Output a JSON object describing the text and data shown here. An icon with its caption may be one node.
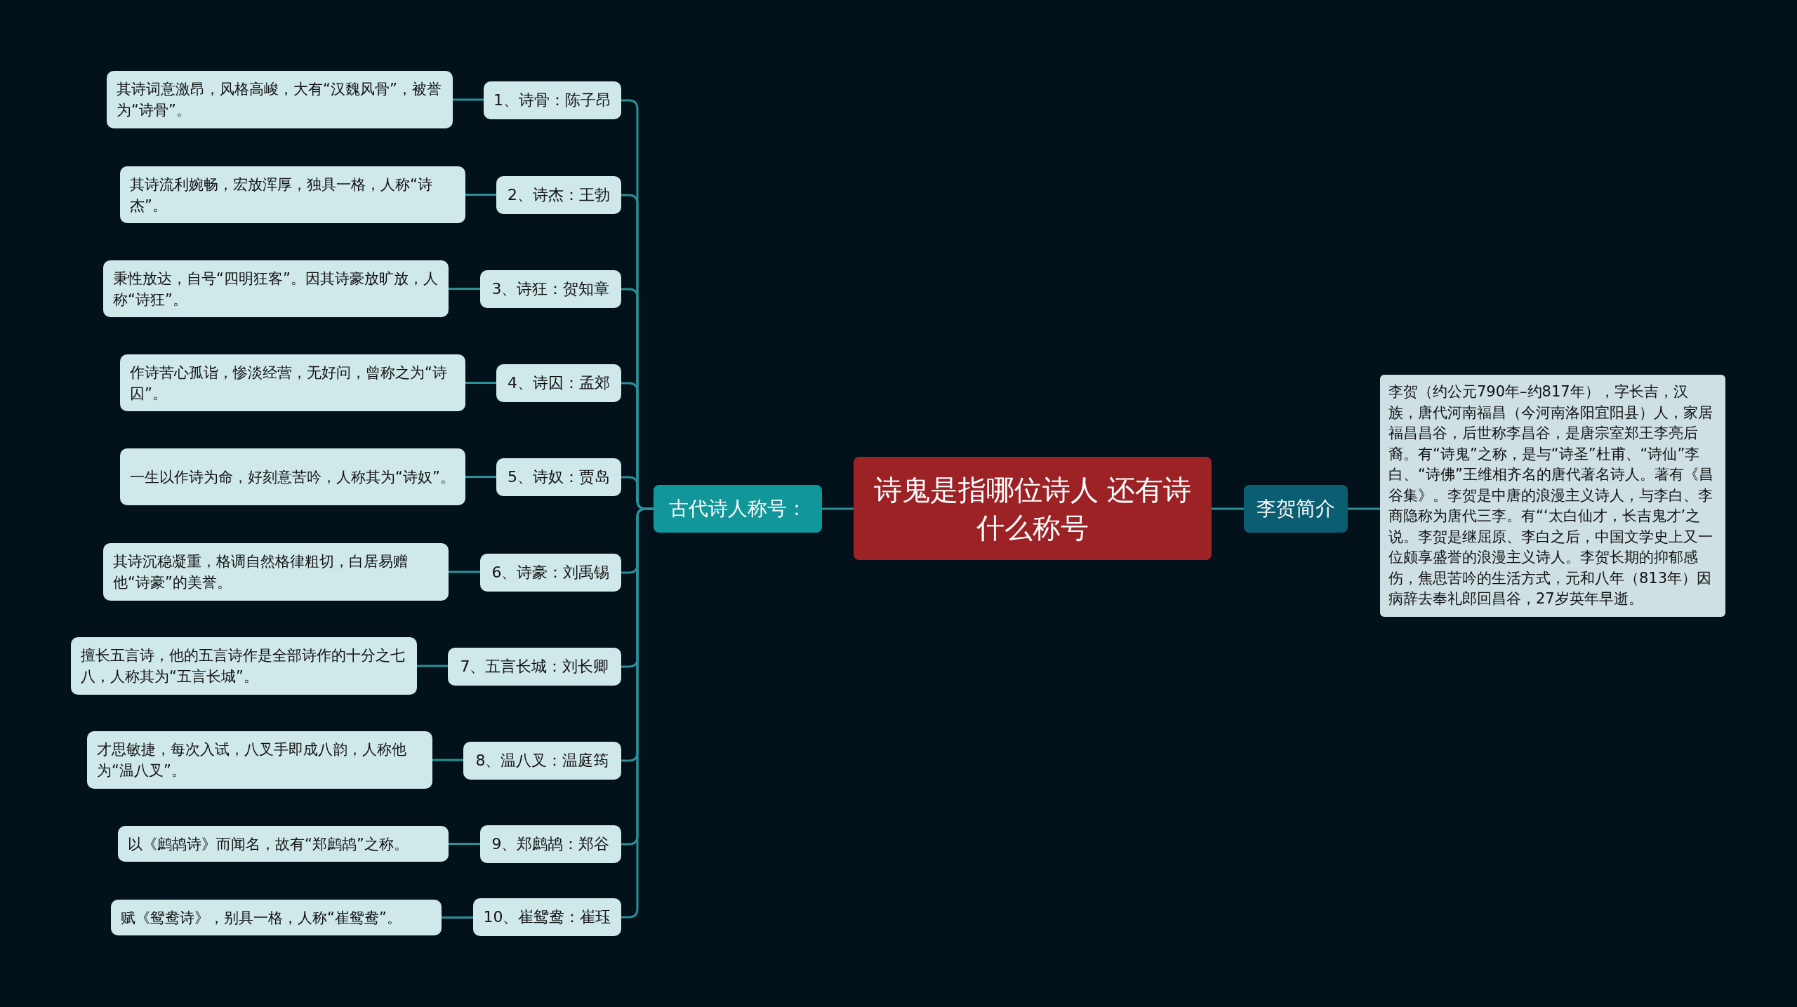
{
  "diagram": {
    "nodes": [
      {
        "text": [
          "诗鬼是指哪位诗人 还有诗什么称号"
        ]
      },
      {
        "text": [
          "古代诗人称号："
        ]
      },
      {
        "text": [
          "1、诗骨：陈子昂"
        ]
      },
      {
        "text": [
          "其诗词意激昂，风格高峻，大有“汉魏风骨”，被誉为“诗骨”。"
        ]
      },
      {
        "text": [
          "2、诗杰：王勃"
        ]
      },
      {
        "text": [
          "其诗流利婉畅，宏放浑厚，独具一格，人称“诗杰”。"
        ]
      },
      {
        "text": [
          "3、诗狂：贺知章"
        ]
      },
      {
        "text": [
          "秉性放达，自号“四明狂客”。因其诗豪放旷放，人称“诗狂”。"
        ]
      },
      {
        "text": [
          "4、诗囚：孟郊"
        ]
      },
      {
        "text": [
          "作诗苦心孤诣，惨淡经营，无好问，曾称之为“诗囚”。"
        ]
      },
      {
        "text": [
          "5、诗奴：贾岛"
        ]
      },
      {
        "text": [
          "一生以作诗为命，好刻意苦吟，人称其为“诗奴”。"
        ]
      },
      {
        "text": [
          "6、诗豪：刘禹锡"
        ]
      },
      {
        "text": [
          "其诗沉稳凝重，格调自然格律粗切，白居易赠他“诗豪”的美誉。"
        ]
      },
      {
        "text": [
          "7、五言长城：刘长卿"
        ]
      },
      {
        "text": [
          "擅长五言诗，他的五言诗作是全部诗作的十分之七八，人称其为“五言长城”。"
        ]
      },
      {
        "text": [
          "8、温八叉：温庭筠"
        ]
      },
      {
        "text": [
          "才思敏捷，每次入试，八叉手即成八韵，人称他为“温八叉”。"
        ]
      },
      {
        "text": [
          "9、郑鹧鸪：郑谷"
        ]
      },
      {
        "text": [
          "以《鹧鸪诗》而闻名，故有“郑鹧鸪”之称。"
        ]
      },
      {
        "text": [
          "10、崔鸳鸯：崔珏"
        ]
      },
      {
        "text": [
          "赋《鸳鸯诗》，别具一格，人称“崔鸳鸯”。"
        ]
      },
      {
        "text": [
          "李贺简介"
        ]
      },
      {
        "text": [
          "李贺（约公元790年–约817年），字长吉，汉族，唐代河南福昌（今河南洛阳宜阳县）人，家居福昌昌谷，后世称李昌谷，是唐宗室郑王李亮后裔。有“诗鬼”之称，是与“诗圣”杜甫、“诗仙”李白、“诗佛”王维相齐名的唐代著名诗人。著有《昌谷集》。李贺是中唐的浪漫主义诗人，与李白、李商隐称为唐代三李。有“‘太白仙才，长吉鬼才’之说。李贺是继屈原、李白之后，中国文学史上又一位颇享盛誉的浪漫主义诗人。李贺长期的抑郁感伤，焦思苦吟的生活方式，元和八年（813年）因病辞去奉礼郎回昌谷，27岁英年早逝。"
        ]
      }
    ],
    "edges": [
      {
        "from": 0,
        "to": 1,
        "arrow": "none"
      },
      {
        "from": 1,
        "to": 2,
        "arrow": "none"
      },
      {
        "from": 2,
        "to": 3,
        "arrow": "none"
      },
      {
        "from": 1,
        "to": 4,
        "arrow": "none"
      },
      {
        "from": 4,
        "to": 5,
        "arrow": "none"
      },
      {
        "from": 1,
        "to": 6,
        "arrow": "none"
      },
      {
        "from": 6,
        "to": 7,
        "arrow": "none"
      },
      {
        "from": 1,
        "to": 8,
        "arrow": "none"
      },
      {
        "from": 8,
        "to": 9,
        "arrow": "none"
      },
      {
        "from": 1,
        "to": 10,
        "arrow": "none"
      },
      {
        "from": 10,
        "to": 11,
        "arrow": "none"
      },
      {
        "from": 1,
        "to": 12,
        "arrow": "none"
      },
      {
        "from": 12,
        "to": 13,
        "arrow": "none"
      },
      {
        "from": 1,
        "to": 14,
        "arrow": "none"
      },
      {
        "from": 14,
        "to": 15,
        "arrow": "none"
      },
      {
        "from": 1,
        "to": 16,
        "arrow": "none"
      },
      {
        "from": 16,
        "to": 17,
        "arrow": "none"
      },
      {
        "from": 1,
        "to": 18,
        "arrow": "none"
      },
      {
        "from": 18,
        "to": 19,
        "arrow": "none"
      },
      {
        "from": 1,
        "to": 20,
        "arrow": "none"
      },
      {
        "from": 20,
        "to": 21,
        "arrow": "none"
      },
      {
        "from": 0,
        "to": 22,
        "arrow": "none"
      },
      {
        "from": 22,
        "to": 23,
        "arrow": "none"
      }
    ]
  }
}
